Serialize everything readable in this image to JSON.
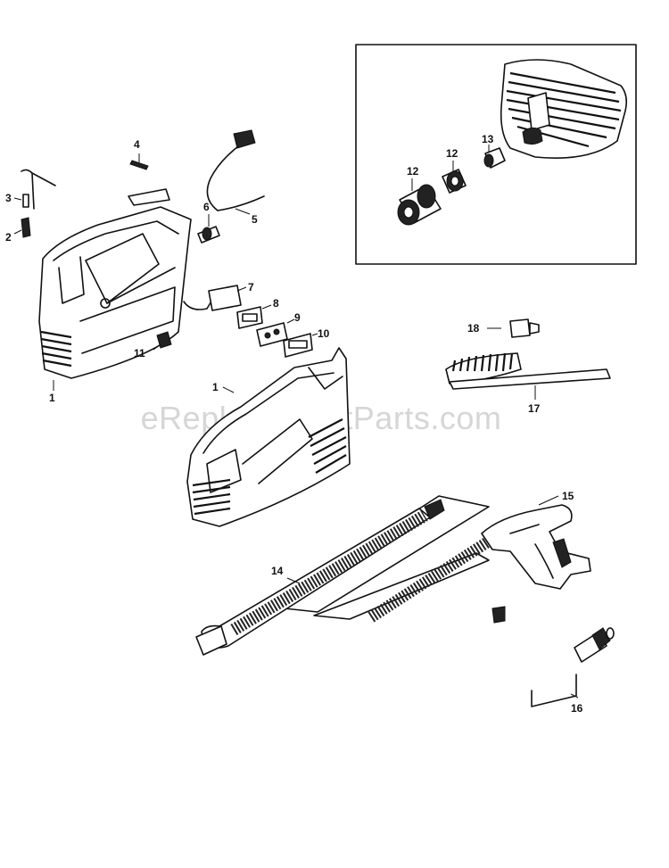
{
  "watermark": "eReplacementParts.com",
  "labels": {
    "p1a": "1",
    "p1b": "1",
    "p2": "2",
    "p3": "3",
    "p4": "4",
    "p5": "5",
    "p6": "6",
    "p7": "7",
    "p8": "8",
    "p9": "9",
    "p10": "10",
    "p11": "11",
    "p12a": "12",
    "p12b": "12",
    "p13": "13",
    "p14": "14",
    "p15": "15",
    "p16": "16",
    "p17": "17",
    "p18": "18"
  }
}
